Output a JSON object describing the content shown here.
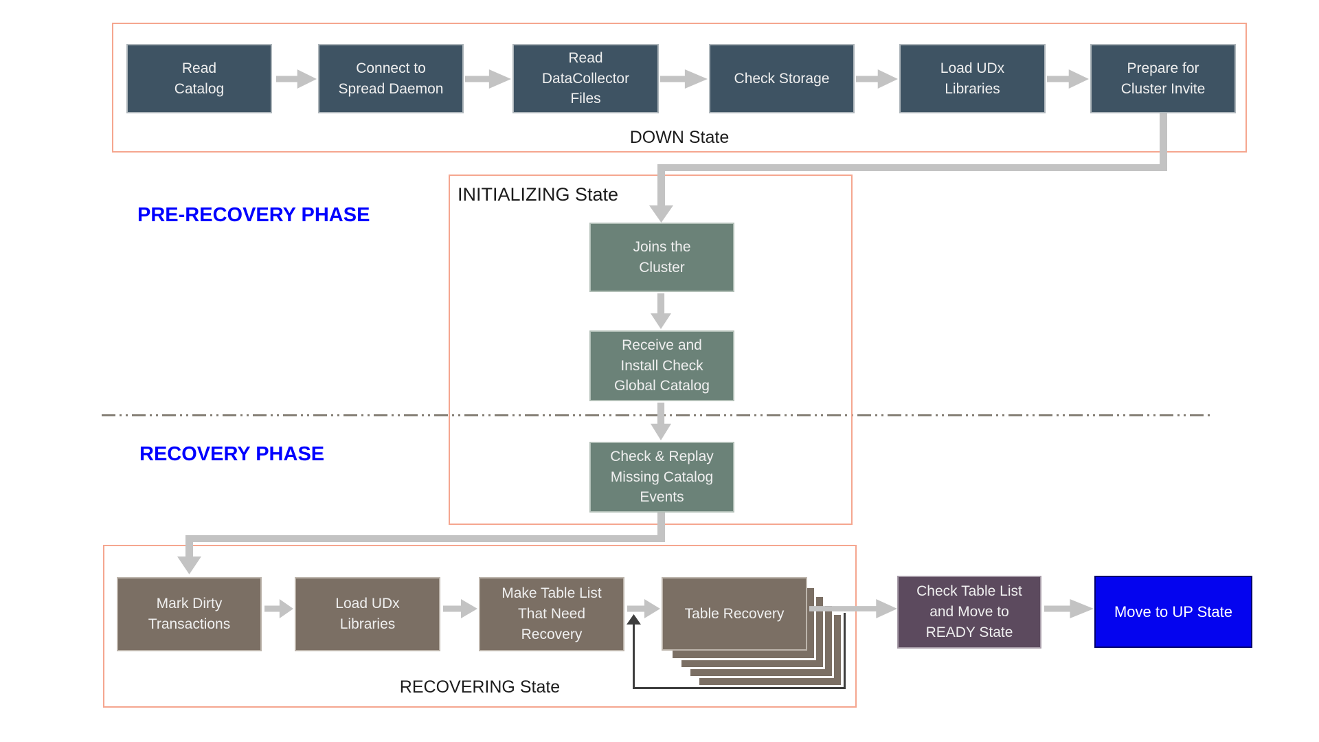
{
  "labels": {
    "pre_recovery_phase": "PRE-RECOVERY PHASE",
    "recovery_phase": "RECOVERY PHASE"
  },
  "down_state": {
    "label": "DOWN State",
    "steps": [
      {
        "label": "Read\nCatalog"
      },
      {
        "label": "Connect to\nSpread Daemon"
      },
      {
        "label": "Read\nDataCollector\nFiles"
      },
      {
        "label": "Check Storage"
      },
      {
        "label": "Load UDx\nLibraries"
      },
      {
        "label": "Prepare for\nCluster Invite"
      }
    ]
  },
  "initializing_state": {
    "label": "INITIALIZING State",
    "steps": [
      {
        "label": "Joins the\nCluster"
      },
      {
        "label": "Receive and\nInstall Check\nGlobal Catalog"
      },
      {
        "label": "Check & Replay\nMissing Catalog\nEvents"
      }
    ]
  },
  "recovering_state": {
    "label": "RECOVERING State",
    "steps": [
      {
        "label": "Mark Dirty\nTransactions"
      },
      {
        "label": "Load UDx\nLibraries"
      },
      {
        "label": "Make Table List\nThat Need\nRecovery"
      },
      {
        "label": "Table Recovery"
      }
    ]
  },
  "ready_step": {
    "label": "Check Table List\nand Move to\nREADY State"
  },
  "up_step": {
    "label": "Move to UP State"
  },
  "colors": {
    "down_step_fill": "#3e5363",
    "initializing_step_fill": "#6b8278",
    "recovering_step_fill": "#7b6f64",
    "ready_step_fill": "#5c4a5e",
    "up_step_fill": "#0404ef",
    "state_container_border": "#f5a68f",
    "flow_arrow": "#c3c3c3",
    "loop_arrow": "#3e3e3e",
    "phase_label_text": "#0000ff",
    "state_label_text": "#1c1c1c"
  }
}
